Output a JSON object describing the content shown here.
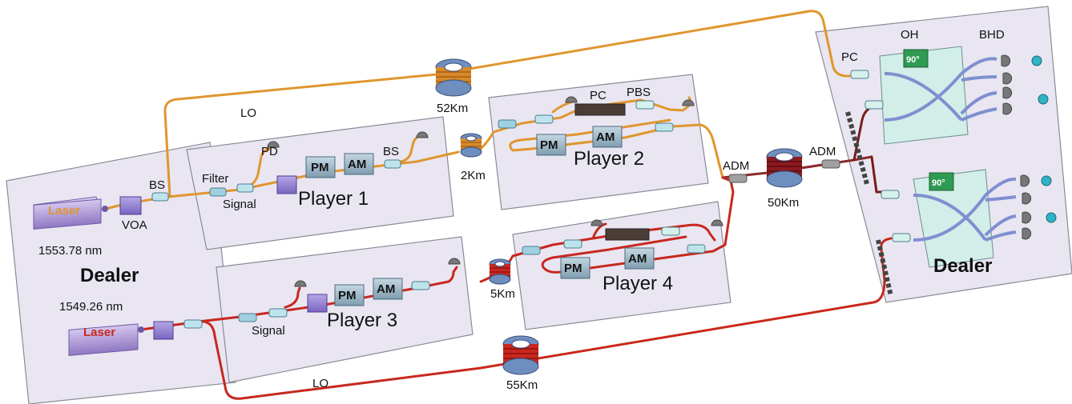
{
  "labels": {
    "lo_top": "LO",
    "lo_bottom": "LO",
    "fiber_52": "52Km",
    "fiber_2": "2Km",
    "fiber_5": "5Km",
    "fiber_50": "50Km",
    "fiber_55": "55Km",
    "dealer_left": "Dealer",
    "dealer_right": "Dealer",
    "laser_top": "Laser",
    "laser_bottom": "Laser",
    "wavelength_top": "1553.78 nm",
    "wavelength_bottom": "1549.26 nm",
    "voa": "VOA",
    "bs_dealer": "BS",
    "filter": "Filter",
    "signal_1": "Signal",
    "signal_3": "Signal",
    "pd": "PD",
    "pm_1": "PM",
    "am_1": "AM",
    "bs_1": "BS",
    "player_1": "Player 1",
    "pc_2": "PC",
    "pbs_2": "PBS",
    "pm_2": "PM",
    "am_2": "AM",
    "player_2": "Player 2",
    "pm_3": "PM",
    "am_3": "AM",
    "player_3": "Player 3",
    "pm_4": "PM",
    "am_4": "AM",
    "player_4": "Player 4",
    "adm_left": "ADM",
    "adm_right": "ADM",
    "pc_right": "PC",
    "oh": "OH",
    "bhd": "BHD",
    "hybrid_top": "90°",
    "hybrid_bottom": "90°"
  },
  "colors": {
    "orange_fiber": "#e0962e",
    "red_fiber": "#c8281e",
    "panel_fill": "#e9e6f2",
    "panel_stroke": "#8a8a96",
    "component": "#9fb9c8",
    "laser": "#b7a3dc",
    "hybrid_green": "#2f9a52",
    "oh_fill": "#d2eee9"
  },
  "icons": [
    "laser-icon",
    "fiber-spool-icon",
    "photodiode-icon",
    "coupler-icon",
    "polarization-controller-icon",
    "optical-hybrid-icon"
  ]
}
